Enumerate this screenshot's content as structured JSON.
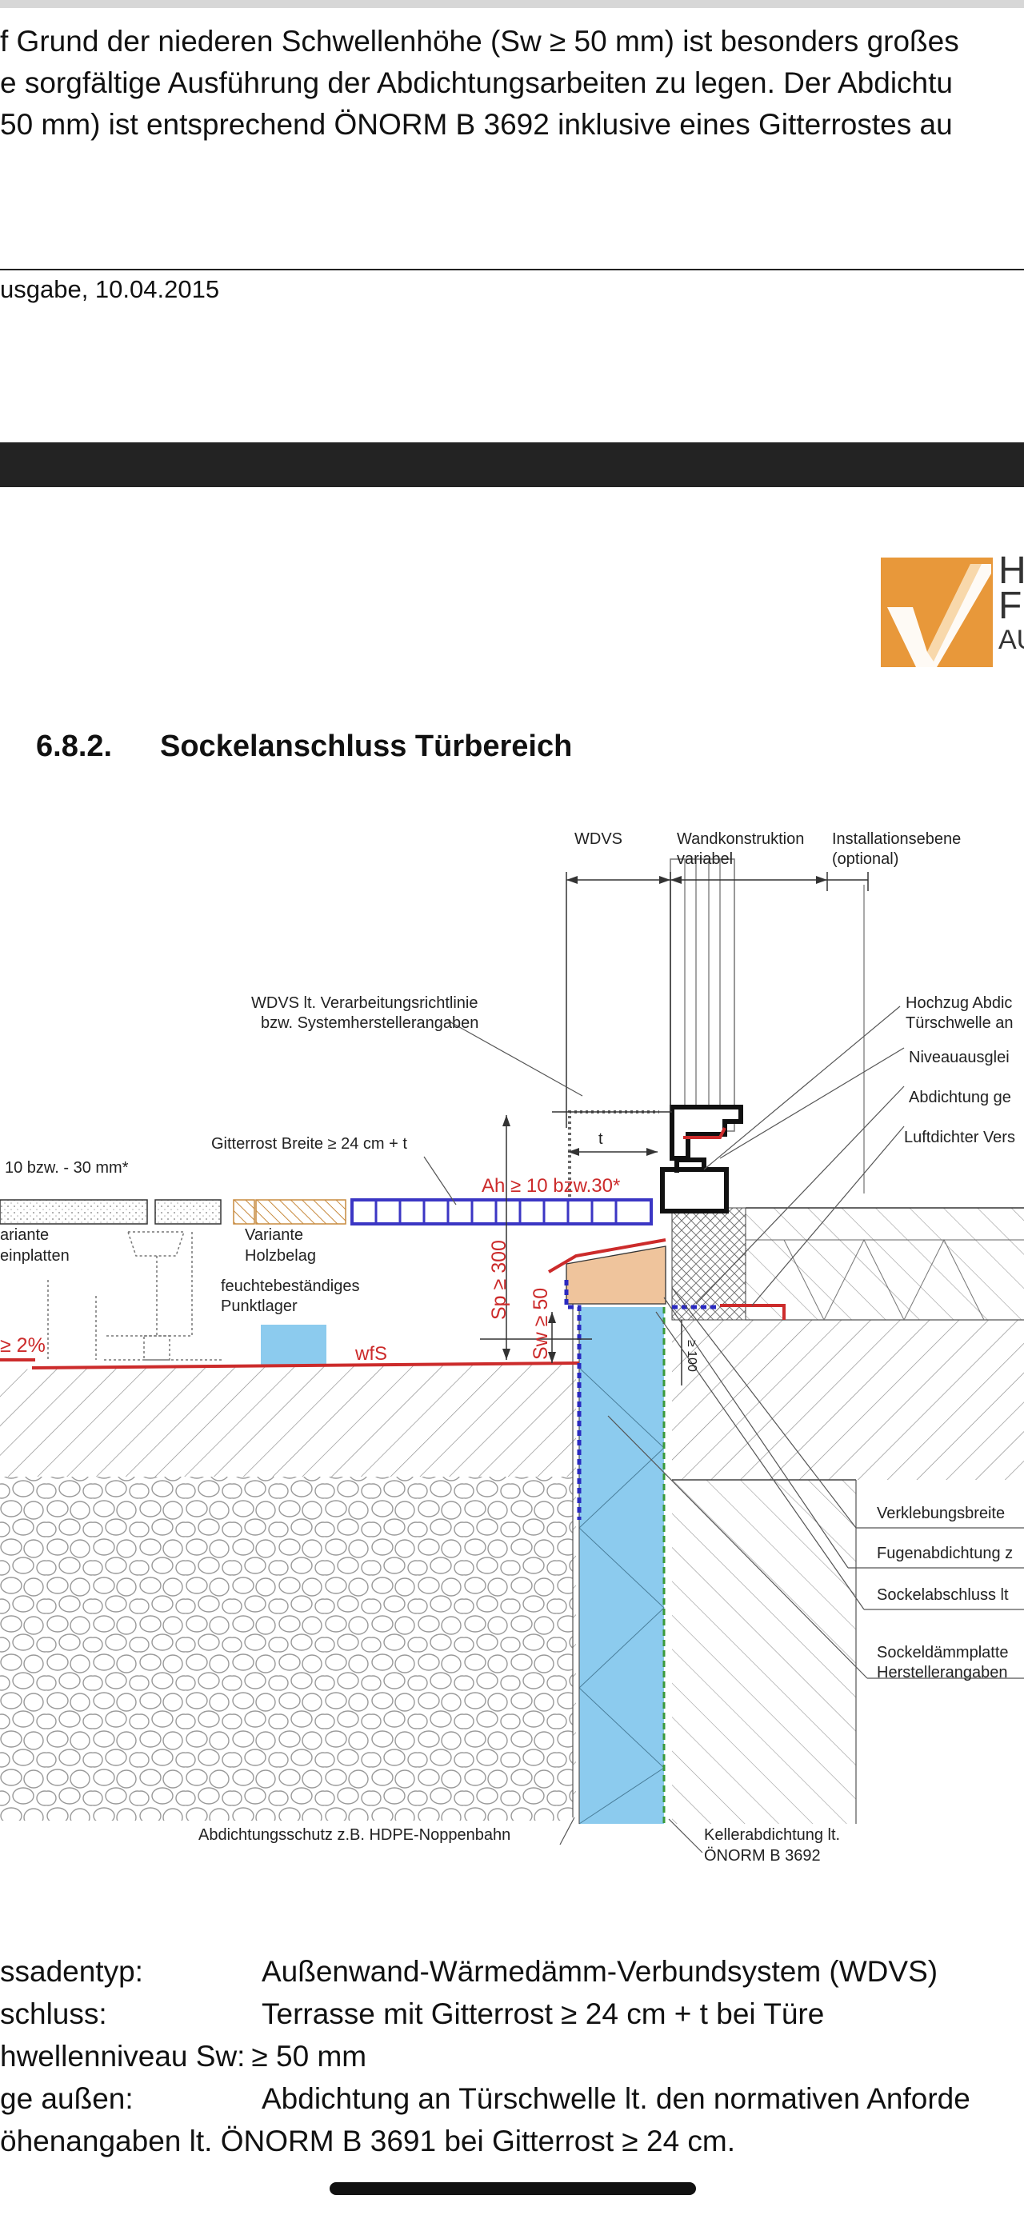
{
  "intro_lines": [
    "f Grund der niederen Schwellenhöhe (Sw ≥ 50 mm) ist besonders großes",
    "e sorgfältige Ausführung der Abdichtungsarbeiten zu legen. Der Abdichtu",
    "50 mm) ist entsprechend ÖNORM B 3692 inklusive eines Gitterrostes au"
  ],
  "edition": "usgabe, 10.04.2015",
  "logo": {
    "letters": [
      "H",
      "F",
      "AU"
    ],
    "color": "#e8983a"
  },
  "section": {
    "number": "6.8.2.",
    "title": "Sockelanschluss Türbereich"
  },
  "drawing": {
    "labels": {
      "wdvs": "WDVS",
      "wand1": "Wandkonstruktion",
      "wand2": "variabel",
      "inst1": "Installationsebene",
      "inst2": "(optional)",
      "wdvs_rl1": "WDVS lt. Verarbeitungsrichtlinie",
      "wdvs_rl2": "bzw. Systemherstellerangaben",
      "hochzug1": "Hochzug Abdic",
      "hochzug2": "Türschwelle an",
      "niveau": "Niveauausglei",
      "abdichtung": "Abdichtung ge",
      "luftdicht": "Luftdichter Vers",
      "gitterrost": "Gitterrost Breite ≥ 24 cm + t",
      "t": "t",
      "ah": "Ah ≥ 10 bzw.30*",
      "mm": "10 bzw. - 30 mm*",
      "variante_left1": "ariante",
      "variante_left2": "einplatten",
      "variante_holz1": "Variante",
      "variante_holz2": "Holzbelag",
      "feucht1": "feuchtebeständiges",
      "feucht2": "Punktlager",
      "gefaelle": "≥ 2%",
      "wfs": "wfS",
      "sp": "Sp ≥ 300",
      "sw": "Sw ≥ 50",
      "d100": "≥ 100",
      "verkleb": "Verklebungsbreite",
      "fugen": "Fugenabdichtung z",
      "sockelab": "Sockelabschluss lt",
      "sockeld1": "Sockeldämmplatte",
      "sockeld2": "Herstellerangaben",
      "schutz": "Abdichtungsschutz z.B. HDPE-Noppenbahn",
      "keller1": "Kellerabdichtung lt.",
      "keller2": "ÖNORM B 3692"
    }
  },
  "specs": [
    {
      "label": "ssadentyp:",
      "value": "Außenwand-Wärmedämm-Verbundsystem (WDVS)"
    },
    {
      "label": "schluss:",
      "value": "Terrasse mit Gitterrost ≥ 24 cm + t bei Türe"
    },
    {
      "label": "hwellenniveau Sw:",
      "value": "≥ 50 mm"
    },
    {
      "label": "ge außen:",
      "value": "Abdichtung an Türschwelle lt. den normativen Anforde"
    },
    {
      "label": "öhenangaben lt. ÖNORM B 3691 bei Gitterrost ≥ 24 cm.",
      "value": ""
    }
  ],
  "colors": {
    "accent": "#e8983a",
    "insulation": "#8ccbee",
    "seal": "#cc2b2b",
    "gitter": "#3b36c4"
  }
}
